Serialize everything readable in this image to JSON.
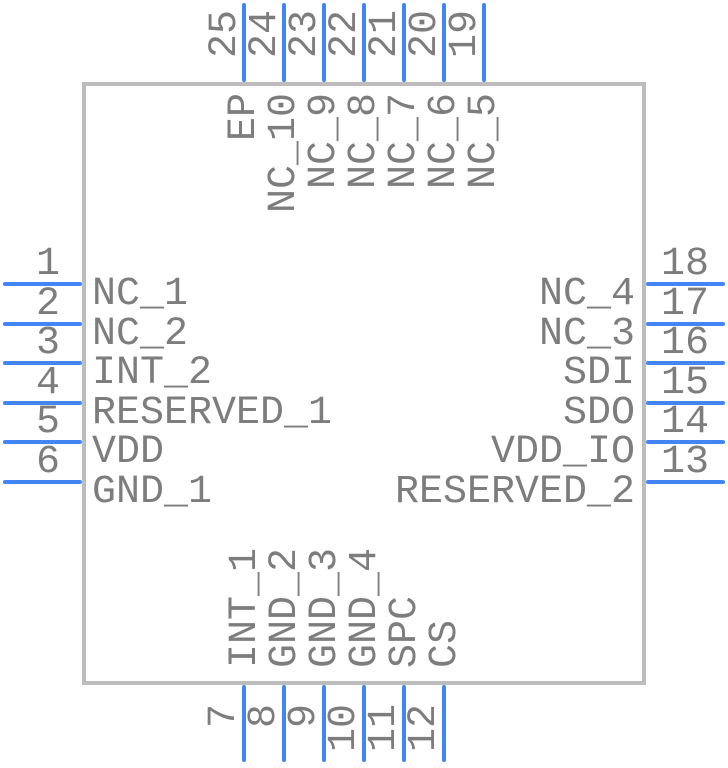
{
  "diagram": {
    "type": "ic-symbol-pinout",
    "colors": {
      "pin": "#4285f4",
      "text": "#7d7d7d",
      "body_border": "#bdbdbd",
      "background": "#ffffff"
    },
    "pins": {
      "left": [
        {
          "number": "1",
          "label": "NC_1"
        },
        {
          "number": "2",
          "label": "NC_2"
        },
        {
          "number": "3",
          "label": "INT_2"
        },
        {
          "number": "4",
          "label": "RESERVED_1"
        },
        {
          "number": "5",
          "label": "VDD"
        },
        {
          "number": "6",
          "label": "GND_1"
        }
      ],
      "right": [
        {
          "number": "18",
          "label": "NC_4"
        },
        {
          "number": "17",
          "label": "NC_3"
        },
        {
          "number": "16",
          "label": "SDI"
        },
        {
          "number": "15",
          "label": "SDO"
        },
        {
          "number": "14",
          "label": "VDD_IO"
        },
        {
          "number": "13",
          "label": "RESERVED_2"
        }
      ],
      "top": [
        {
          "number": "25",
          "label": "EP"
        },
        {
          "number": "24",
          "label": "NC_10"
        },
        {
          "number": "23",
          "label": "NC_9"
        },
        {
          "number": "22",
          "label": "NC_8"
        },
        {
          "number": "21",
          "label": "NC_7"
        },
        {
          "number": "20",
          "label": "NC_6"
        },
        {
          "number": "19",
          "label": "NC_5"
        }
      ],
      "bottom": [
        {
          "number": "7",
          "label": "INT_1"
        },
        {
          "number": "8",
          "label": "GND_2"
        },
        {
          "number": "9",
          "label": "GND_3"
        },
        {
          "number": "10",
          "label": "GND_4"
        },
        {
          "number": "11",
          "label": "SPC"
        },
        {
          "number": "12",
          "label": "CS"
        }
      ]
    }
  }
}
